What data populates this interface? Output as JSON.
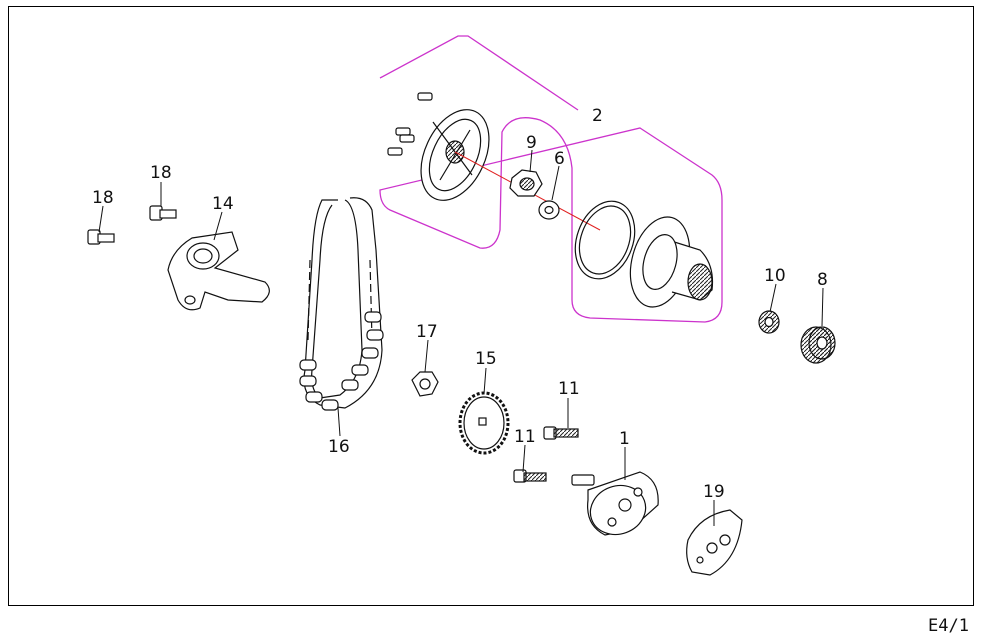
{
  "page_code": "E4/1",
  "callouts": {
    "c1": "1",
    "c2": "2",
    "c6": "6",
    "c8": "8",
    "c9": "9",
    "c10": "10",
    "c11a": "11",
    "c11b": "11",
    "c14": "14",
    "c15": "15",
    "c16": "16",
    "c17": "17",
    "c18a": "18",
    "c18b": "18",
    "c19": "19"
  },
  "colors": {
    "group_outline": "#cc33cc",
    "axis_line": "#e02020",
    "line": "#111111"
  }
}
